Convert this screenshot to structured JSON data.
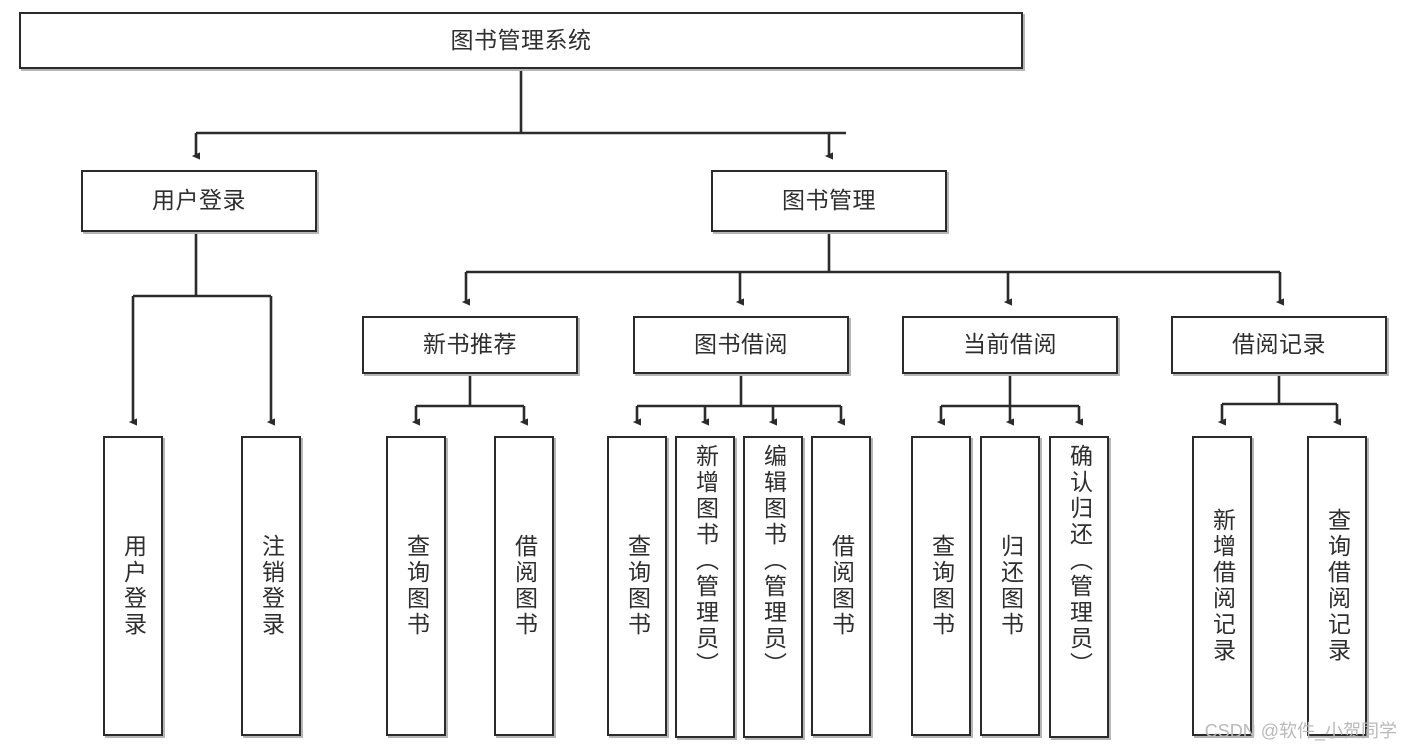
{
  "diagram": {
    "title": "图书管理系统",
    "type": "hierarchy-tree",
    "watermark": "CSDN @软件_小贺同学",
    "colors": {
      "box_border": "#2b2b2b",
      "box_fill": "#ffffff",
      "edge": "#2b2b2b",
      "text": "#2e2e2e",
      "watermark": "#b9b9b9",
      "background": "#ffffff"
    },
    "root": {
      "label": "图书管理系统"
    },
    "level2": [
      {
        "label": "用户登录"
      },
      {
        "label": "图书管理"
      }
    ],
    "level3": [
      {
        "label": "新书推荐"
      },
      {
        "label": "图书借阅"
      },
      {
        "label": "当前借阅"
      },
      {
        "label": "借阅记录"
      }
    ],
    "leaves": {
      "user_login": [
        {
          "label": "用户登录"
        },
        {
          "label": "注销登录"
        }
      ],
      "new_book_recommend": [
        {
          "label": "查询图书"
        },
        {
          "label": "借阅图书"
        }
      ],
      "book_borrow": [
        {
          "label": "查询图书"
        },
        {
          "label": "新增图书（管理员）"
        },
        {
          "label": "编辑图书（管理员）"
        },
        {
          "label": "借阅图书"
        }
      ],
      "current_borrow": [
        {
          "label": "查询图书"
        },
        {
          "label": "归还图书"
        },
        {
          "label": "确认归还（管理员）"
        }
      ],
      "borrow_record": [
        {
          "label": "新增借阅记录"
        },
        {
          "label": "查询借阅记录"
        }
      ]
    }
  }
}
